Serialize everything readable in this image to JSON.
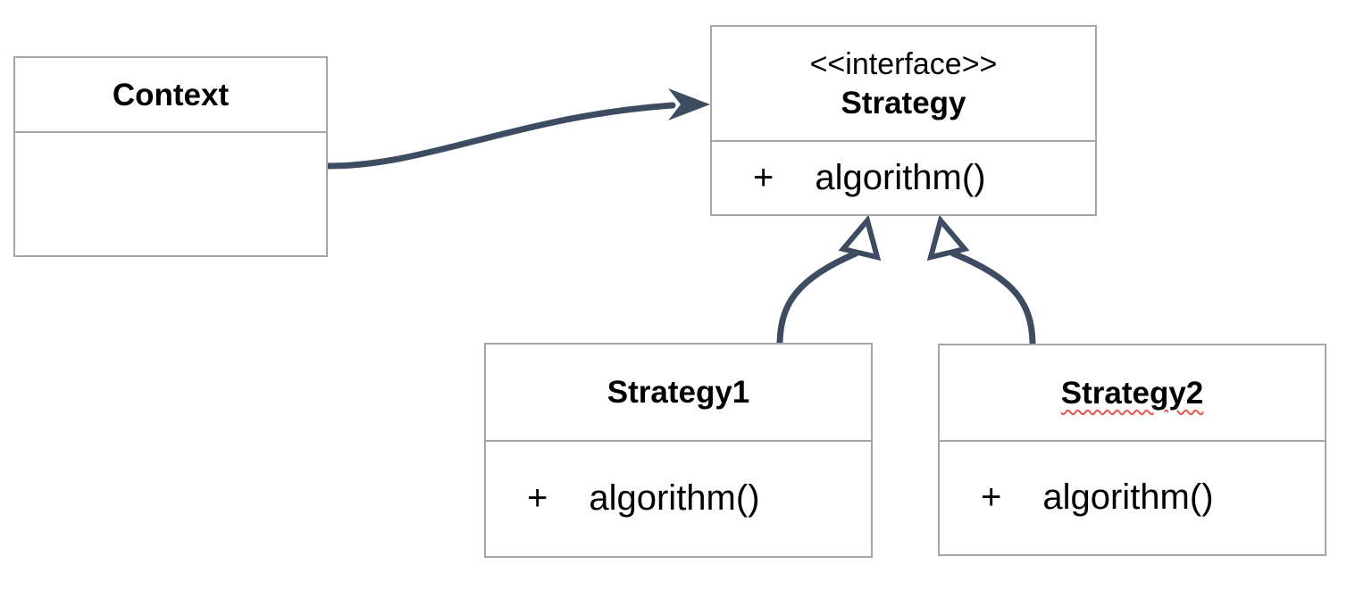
{
  "diagram": {
    "kind": "uml-class-diagram"
  },
  "classes": [
    {
      "id": "context",
      "name": "Context",
      "stereotype": "",
      "methods": []
    },
    {
      "id": "strategy",
      "name": "Strategy",
      "stereotype": "<<interface>>",
      "methods": [
        {
          "visibility": "+",
          "signature": "algorithm()"
        }
      ]
    },
    {
      "id": "strategy1",
      "name": "Strategy1",
      "stereotype": "",
      "methods": [
        {
          "visibility": "+",
          "signature": "algorithm()"
        }
      ]
    },
    {
      "id": "strategy2",
      "name": "Strategy2",
      "stereotype": "",
      "spellcheck_underline": true,
      "methods": [
        {
          "visibility": "+",
          "signature": "algorithm()"
        }
      ]
    }
  ],
  "relationships": [
    {
      "from": "Context",
      "to": "Strategy",
      "type": "directed-association",
      "arrowhead": "filled-stealth"
    },
    {
      "from": "Strategy1",
      "to": "Strategy",
      "type": "realization",
      "arrowhead": "hollow-triangle"
    },
    {
      "from": "Strategy2",
      "to": "Strategy",
      "type": "realization",
      "arrowhead": "hollow-triangle"
    }
  ],
  "colors": {
    "connector": "#3e4c62",
    "box_border": "#a6a6a6",
    "text": "#000000",
    "spellcheck": "#e2574d",
    "background": "#ffffff"
  }
}
